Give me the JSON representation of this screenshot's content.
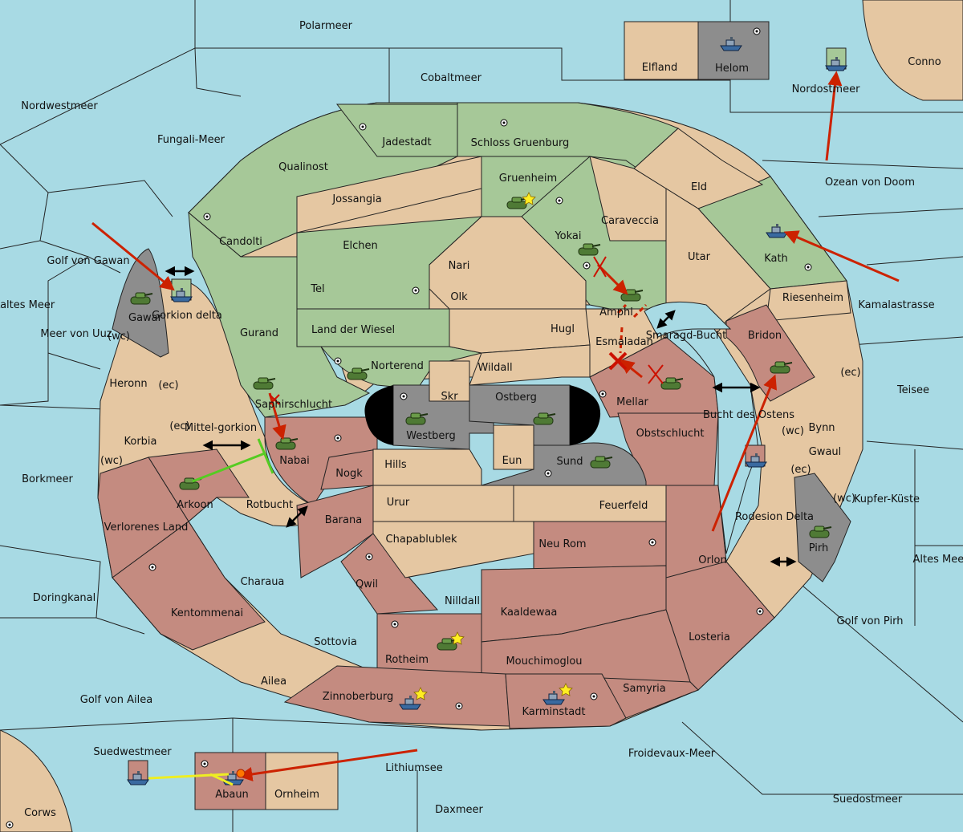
{
  "colors": {
    "sea": "#a8dae4",
    "neutral": "#e5c7a2",
    "green": "#a6c898",
    "red": "#c48b80",
    "gray": "#8d8d8d",
    "outline": "#222222"
  },
  "sea_labels": [
    "Polarmeer",
    "Cobaltmeer",
    "Nordwestmeer",
    "Fungali-Meer",
    "Nordostmeer",
    "Ozean von Doom",
    "Golf von Gawan",
    "Kaltes Meer",
    "Meer von Uuz",
    "Kamalastrasse",
    "Teisee",
    "Smaragd-Bucht",
    "Bucht des Ostens",
    "Mittel-gorkion",
    "Rotbucht",
    "Borkmeer",
    "Kupfer-Küste",
    "Rodesion Delta",
    "Altes Meer",
    "Doringkanal",
    "Golf von Pirh",
    "Golf von Ailea",
    "Suedwestmeer",
    "Lithiumsee",
    "Froidevaux-Meer",
    "Suedostmeer",
    "Daxmeer",
    "Corws"
  ],
  "green_labels": [
    "Jadestadt",
    "Schloss Gruenburg",
    "Qualinost",
    "Gruenheim",
    "Jossangia",
    "Candolti",
    "Elchen",
    "Tel",
    "Gurand",
    "Land der Wiesel",
    "Norterend",
    "Saphirschlucht",
    "Yokai",
    "Amphi",
    "Kath",
    "Elfland",
    "Nordostmeer-island"
  ],
  "neutral_labels": [
    "Eld",
    "Caraveccia",
    "Nari",
    "Olk",
    "Utar",
    "Hugl",
    "Wildall",
    "Skr",
    "Esmaladan",
    "Riesenheim",
    "Heronn",
    "Korbia",
    "Hills",
    "Eun",
    "Urur",
    "Feuerfeld",
    "Chapablublek",
    "Charaua",
    "Nilldall",
    "Sottovia",
    "Ailea",
    "Bynn",
    "Gwaul",
    "Ornheim",
    "Conno"
  ],
  "red_labels": [
    "Bridon",
    "Mellar",
    "Obstschlucht",
    "Nabai",
    "Nogk",
    "Barana",
    "Arkoon",
    "Verlorenes Land",
    "Kentommenai",
    "Qwil",
    "Neu Rom",
    "Kaaldewaa",
    "Orlon",
    "Losteria",
    "Rotheim",
    "Mouchimoglou",
    "Samyria",
    "Zinnoberburg",
    "Karminstadt",
    "Abaun",
    "Gorkion delta"
  ],
  "gray_labels": [
    "Helom",
    "Gawar",
    "Westberg",
    "Ostberg",
    "Sund",
    "Pirh"
  ],
  "coast_tags": [
    "(wc)",
    "(ec)",
    "(ec)",
    "(wc)",
    "(ec)",
    "(wc)",
    "(ec)",
    "(wc)",
    "(ec)"
  ]
}
